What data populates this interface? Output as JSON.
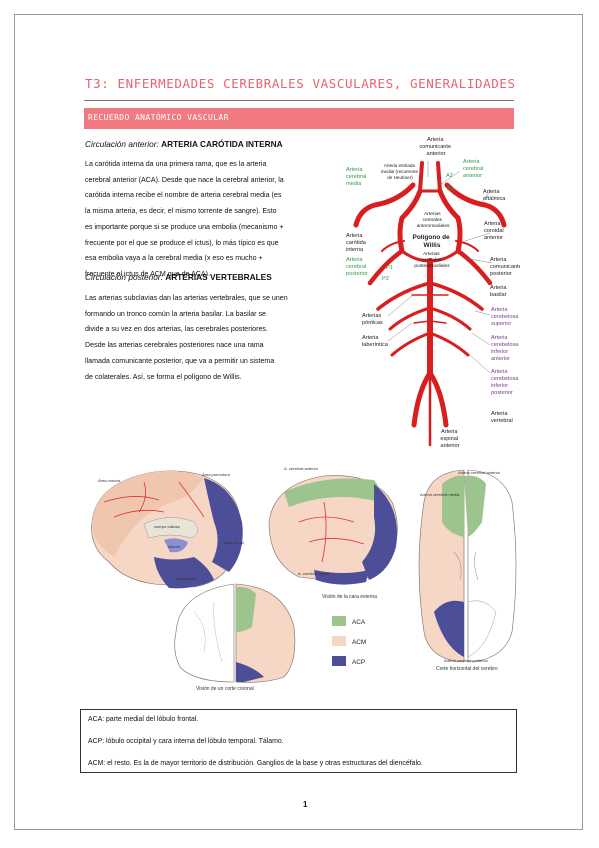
{
  "title": "T3: ENFERMEDADES CEREBRALES VASCULARES, GENERALIDADES",
  "section": "RECUERDO ANATÓMICO VASCULAR",
  "anterior": {
    "label": "Circulación anterior:",
    "heading": "ARTERIA CARÓTIDA INTERNA",
    "lines": [
      "La carótida interna da una primera rama, que es la arteria",
      "cerebral anterior (ACA). Desde que nace la cerebral anterior, la",
      "carótida interna recibe el nombre de arteria cerebral media (es",
      "la misma arteria, es decir, el mismo torrente de sangre). Esto",
      "es importante porque si se produce una embolia (mecanismo +",
      "frecuente por el que se produce el ictus), lo más típico es que",
      "esa embolia vaya a la cerebral media (x eso es mucho +",
      "frecuente el ictus de ACM que de ACA)."
    ]
  },
  "posterior": {
    "label": "Circulación posterior:",
    "heading": "ARTERIAS VERTEBRALES",
    "lines": [
      "Las arterias subclavias dan las arterias vertebrales, que se unen",
      "formando un tronco común la arteria basilar. La basilar se",
      "divide a su vez en dos arterias, las cerebrales posteriores.",
      "Desde las arterias cerebrales posteriores nace una rama",
      "llamada comunicante posterior, que va a permitir un sistema",
      "de colaterales. Así, se forma el polígono de Willis."
    ]
  },
  "willis_labels": {
    "acom": [
      "Arteria",
      "comunicante",
      "anterior"
    ],
    "heubner": [
      "Arteria estriada",
      "medial (recurrente",
      "de Heubner)"
    ],
    "a2": "A2",
    "a1": "A1",
    "aca": [
      "Arteria",
      "cerebral",
      "anterior"
    ],
    "acm": [
      "Arteria",
      "cerebral",
      "media"
    ],
    "oftalmica": [
      "Arteria",
      "oftálmica"
    ],
    "cent_ant": [
      "Arterias",
      "centrales",
      "anteromediales"
    ],
    "poligono": [
      "Polígono de",
      "Willis"
    ],
    "coroidal": [
      "Arteria",
      "coroidal",
      "anterior"
    ],
    "carotida": [
      "Arteria",
      "carótida",
      "interna"
    ],
    "cent_post": [
      "Arterias",
      "centrales",
      "posteromediales"
    ],
    "p1": "P1",
    "p2": "P2",
    "acp": [
      "Arteria",
      "cerebral",
      "posterior"
    ],
    "pcom": [
      "Arteria",
      "comunicante",
      "posterior"
    ],
    "basilar": [
      "Arteria",
      "basilar"
    ],
    "ponticas": [
      "Arterias",
      "pónticas"
    ],
    "sca": [
      "Arteria",
      "cerebelosa",
      "superior"
    ],
    "laberintica": [
      "Arteria",
      "laberíntica"
    ],
    "aica": [
      "Arteria",
      "cerebelosa",
      "inferior",
      "anterior"
    ],
    "pica": [
      "Arteria",
      "cerebelosa",
      "inferior",
      "posterior"
    ],
    "vertebral": [
      "Arteria",
      "vertebral"
    ],
    "espinal": [
      "Arteria",
      "espinal",
      "anterior"
    ]
  },
  "territory_labels": {
    "medial_a": "Área motora",
    "medial_b": "Área premotora",
    "medial_c": "Área visual",
    "medial_d": "Hipocampo",
    "medial_e": "tálamo",
    "medial_f": "cuerpo calloso",
    "lat_top": "A. cerebral anterior",
    "lat_mid": "A. cerebral media",
    "lat_caption": "Visión de la cara externa",
    "horiz_a": "Arteria cerebral anterior",
    "horiz_b": "Arteria cerebral media",
    "horiz_c": "Arteria cerebral posterior",
    "horiz_caption": "Corte horizontal del cerebro",
    "coronal_caption": "Visión de un corte coronal"
  },
  "legend": [
    {
      "label": "ACA",
      "color": "#9cc48c"
    },
    {
      "label": "ACM",
      "color": "#f6d6c4"
    },
    {
      "label": "ACP",
      "color": "#4c4f97"
    }
  ],
  "notes": [
    "ACA: parte medial del lóbulo frontal.",
    "ACP: lóbulo occipital y cara interna del lóbulo temporal. Tálamo.",
    "ACM: el resto. Es la de mayor territorio de distribución. Ganglios de la base y otras estructuras del diencéfalo."
  ],
  "page_number": "1"
}
